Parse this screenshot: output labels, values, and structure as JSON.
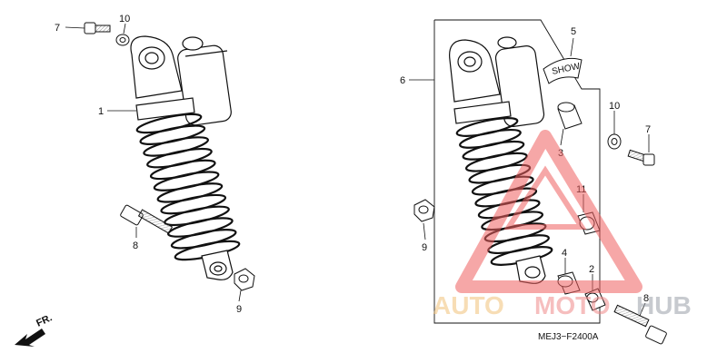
{
  "diagram": {
    "callouts": [
      "7",
      "10",
      "1",
      "8",
      "9",
      "6",
      "5",
      "3",
      "11",
      "10",
      "7",
      "9",
      "4",
      "2",
      "8"
    ],
    "diagram_code": "MEJ3−F2400A",
    "direction_label": "FR.",
    "tag_text": "SHOW"
  },
  "watermark": {
    "part1": "AUTO",
    "part2": "MOTO",
    "part3": "HUB",
    "color1": "#f2c27a",
    "color2": "#f08a8a",
    "color3": "#9aa0a8"
  }
}
